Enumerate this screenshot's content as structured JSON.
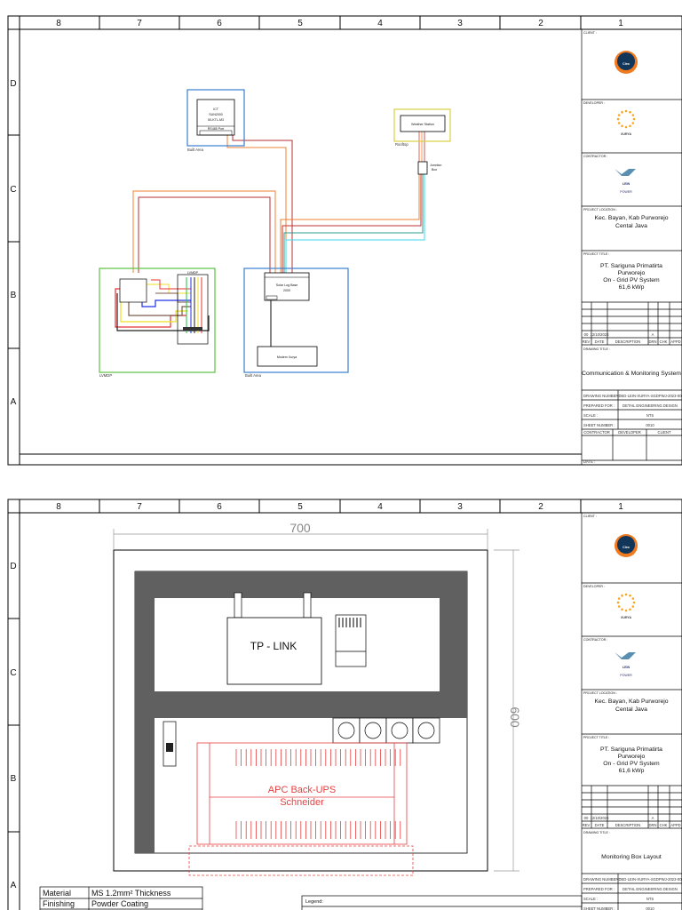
{
  "grid": {
    "columns": [
      "8",
      "7",
      "6",
      "5",
      "4",
      "3",
      "2",
      "1"
    ],
    "rows": [
      "D",
      "C",
      "B",
      "A"
    ]
  },
  "title_block": {
    "client_label": "CLIENT :",
    "client_logo": "Cleo",
    "developer_label": "DEVELOPER :",
    "developer_logo": "XURYA",
    "contractor_label": "CONTRACTOR :",
    "contractor_logo_line1": "LEIN",
    "contractor_logo_line2": "POWER",
    "location_label": "PROJECT LOCATION :",
    "location_line1": "Kec. Bayan, Kab Purworejo",
    "location_line2": "Cental Java",
    "project_title_label": "PROJECT TITLE :",
    "project_lines": [
      "PT. Sariguna Primatirta",
      "Purworejo",
      "On - Grid PV System",
      "61,6 kWp"
    ],
    "rev_row": [
      "00",
      "12/10/2023",
      "",
      "A",
      "",
      ""
    ],
    "rev_header": [
      "REV",
      "DATE",
      "DESCRIPTION",
      "DRN",
      "CHK",
      "APPD"
    ],
    "drawing_title_label": "DRAWING TITLE :",
    "drawing_number_label": "DRAWING NUMBER :",
    "drawing_number": "DED-LEIN-XURYA-SGDPWJ-2023-00",
    "prepared_for_label": "PREPARED FOR :",
    "prepared_for": "DETAIL ENGINEERING DESIGN",
    "scale_label": "SCALE :",
    "scale": "NTS",
    "sheet_number_label": "SHEET NUMBER :",
    "sheet_number": "0010",
    "sign_cols": [
      "CONTRACTOR",
      "DEVELOPER",
      "CLIENT"
    ],
    "date_label": "DATE :"
  },
  "sheet1": {
    "drawing_title": "Communication & Monitoring System",
    "ict": {
      "line1": "ICT",
      "line2": "SUN2000",
      "line3": "50-KTL-M3",
      "port": "RS485 Port",
      "area": "Built Area"
    },
    "weather": {
      "label": "Weather Station",
      "area": "Rooftop"
    },
    "junction": {
      "line1": "Junction",
      "line2": "Box"
    },
    "solarlog": {
      "line1": "Solar Log Base",
      "line2": "2000",
      "area": "Built Area"
    },
    "modem": "Modem Xurya",
    "lvmdp": "LVMDP",
    "lvmdp_panel": "LVMDP"
  },
  "sheet2": {
    "drawing_title": "Monitoring Box Layout",
    "dim_width": "700",
    "dim_height": "600",
    "router": "TP - LINK",
    "ups_line1": "APC Back-UPS",
    "ups_line2": "Schneider",
    "spec_table": [
      {
        "label": "Material",
        "value": "MS 1.2mm² Thickness"
      },
      {
        "label": "Finishing",
        "value": "Powder Coating"
      }
    ],
    "legend_label": "Legend:"
  },
  "colors": {
    "blue_area": "#3a7fd0",
    "green_area": "#5cc043",
    "yellow_area": "#d8d040",
    "ups_red": "#e84040",
    "rail_gray": "#606060"
  }
}
